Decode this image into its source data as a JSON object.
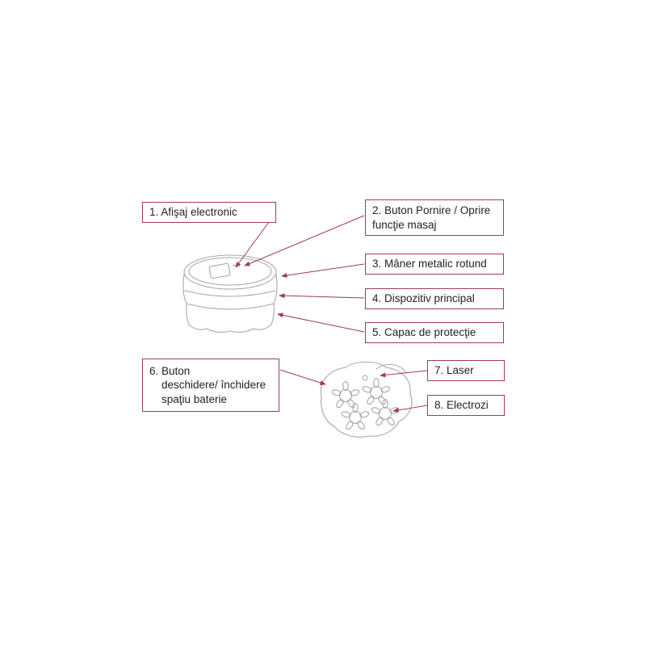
{
  "colors": {
    "background": "#ffffff",
    "accent": "#a23b50",
    "line_art": "#a8a8a8",
    "text": "#231f20"
  },
  "diagram_title": "Scalp massager device parts diagram (Romanian labels)",
  "callouts": [
    {
      "num": "1",
      "text": "1. Afişaj electronic"
    },
    {
      "num": "2",
      "text": "2. Buton Pornire / Oprire\nfuncţie masaj"
    },
    {
      "num": "3",
      "text": "3. Mâner metalic rotund"
    },
    {
      "num": "4",
      "text": "4. Dispozitiv principal"
    },
    {
      "num": "5",
      "text": "5. Capac de protecţie"
    },
    {
      "num": "6",
      "text": "6. Buton\ndeschidere/ închidere\nspaţiu baterie"
    },
    {
      "num": "7",
      "text": "7. Laser"
    },
    {
      "num": "8",
      "text": "8. Electrozi"
    }
  ]
}
